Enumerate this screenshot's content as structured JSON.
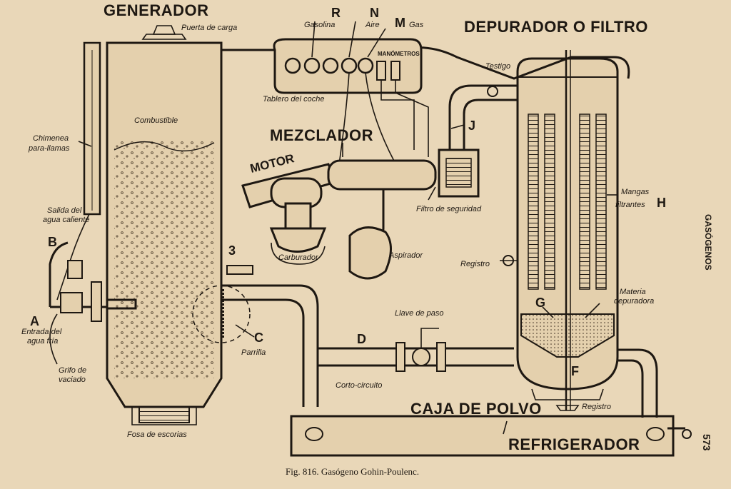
{
  "titles": {
    "generador": "GENERADOR",
    "depurador": "DEPURADOR O FILTRO",
    "mezclador": "MEZCLADOR",
    "motor": "MOTOR",
    "caja_polvo": "CAJA DE POLVO",
    "refrigerador": "REFRIGERADOR"
  },
  "labels": {
    "puerta_carga": "Puerta de carga",
    "combustible": "Combustible",
    "chimenea_1": "Chimenea",
    "chimenea_2": "para-llamas",
    "salida_agua_1": "Salida del",
    "salida_agua_2": "agua caliente",
    "entrada_agua_1": "Entrada del",
    "entrada_agua_2": "agua fría",
    "grifo_1": "Grifo de",
    "grifo_2": "vaciado",
    "parrilla": "Parrilla",
    "fosa": "Fosa de escorias",
    "corto_circuito": "Corto-circuito",
    "llave_paso": "Llave de paso",
    "gasolina": "Gasolina",
    "aire": "Aire",
    "gas": "Gas",
    "manometros": "MANÓMETROS",
    "tablero": "Tablero del coche",
    "testigo": "Testigo",
    "filtro_seguridad": "Filtro de seguridad",
    "carburador": "Carburador",
    "aspirador": "Aspirador",
    "registro": "Registro",
    "mangas_1": "Mangas",
    "mangas_2": "filtrantes",
    "materia_1": "Materia",
    "materia_2": "depuradora"
  },
  "letters": {
    "R": "R",
    "N": "N",
    "M": "M",
    "J": "J",
    "H": "H",
    "G": "G",
    "F": "F",
    "D": "D",
    "C": "C",
    "B": "B",
    "A": "A",
    "three": "3"
  },
  "caption": "Fig. 816.   Gasógeno Gohin-Poulenc.",
  "side_text": "GASÓGENOS",
  "page_number": "573"
}
